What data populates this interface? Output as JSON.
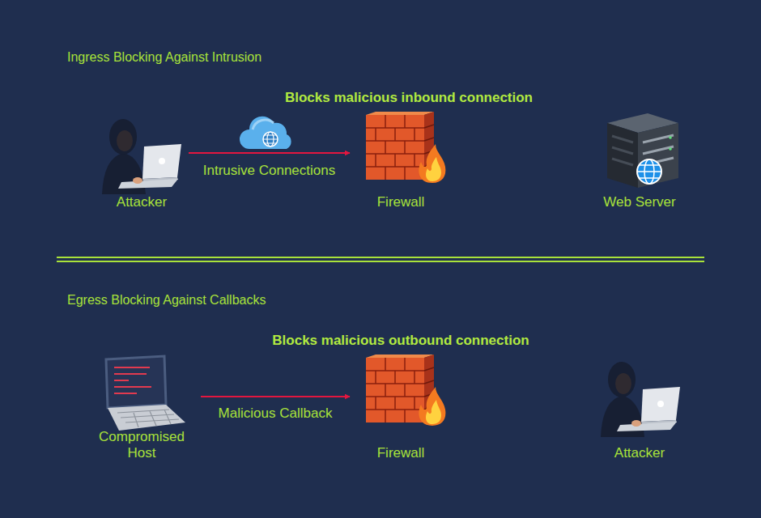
{
  "diagram": {
    "nodes": [
      {
        "text": [
          "Attacker"
        ]
      },
      {
        "text": [
          "Firewall"
        ]
      },
      {
        "text": [
          "Web Server"
        ]
      },
      {
        "text": [
          "Compromised Host"
        ]
      },
      {
        "text": [
          "Firewall"
        ]
      },
      {
        "text": [
          "Attacker"
        ]
      }
    ],
    "edges": [
      {
        "from": 0,
        "to": 1,
        "arrow": "to",
        "label": "Intrusive Connections"
      },
      {
        "from": 3,
        "to": 4,
        "arrow": "to",
        "label": "Malicious Callback"
      }
    ],
    "labels": [
      "Ingress Blocking Against Intrusion",
      "Blocks malicious inbound connection",
      "Egress Blocking Against Callbacks",
      "Blocks malicious outbound connection"
    ]
  }
}
